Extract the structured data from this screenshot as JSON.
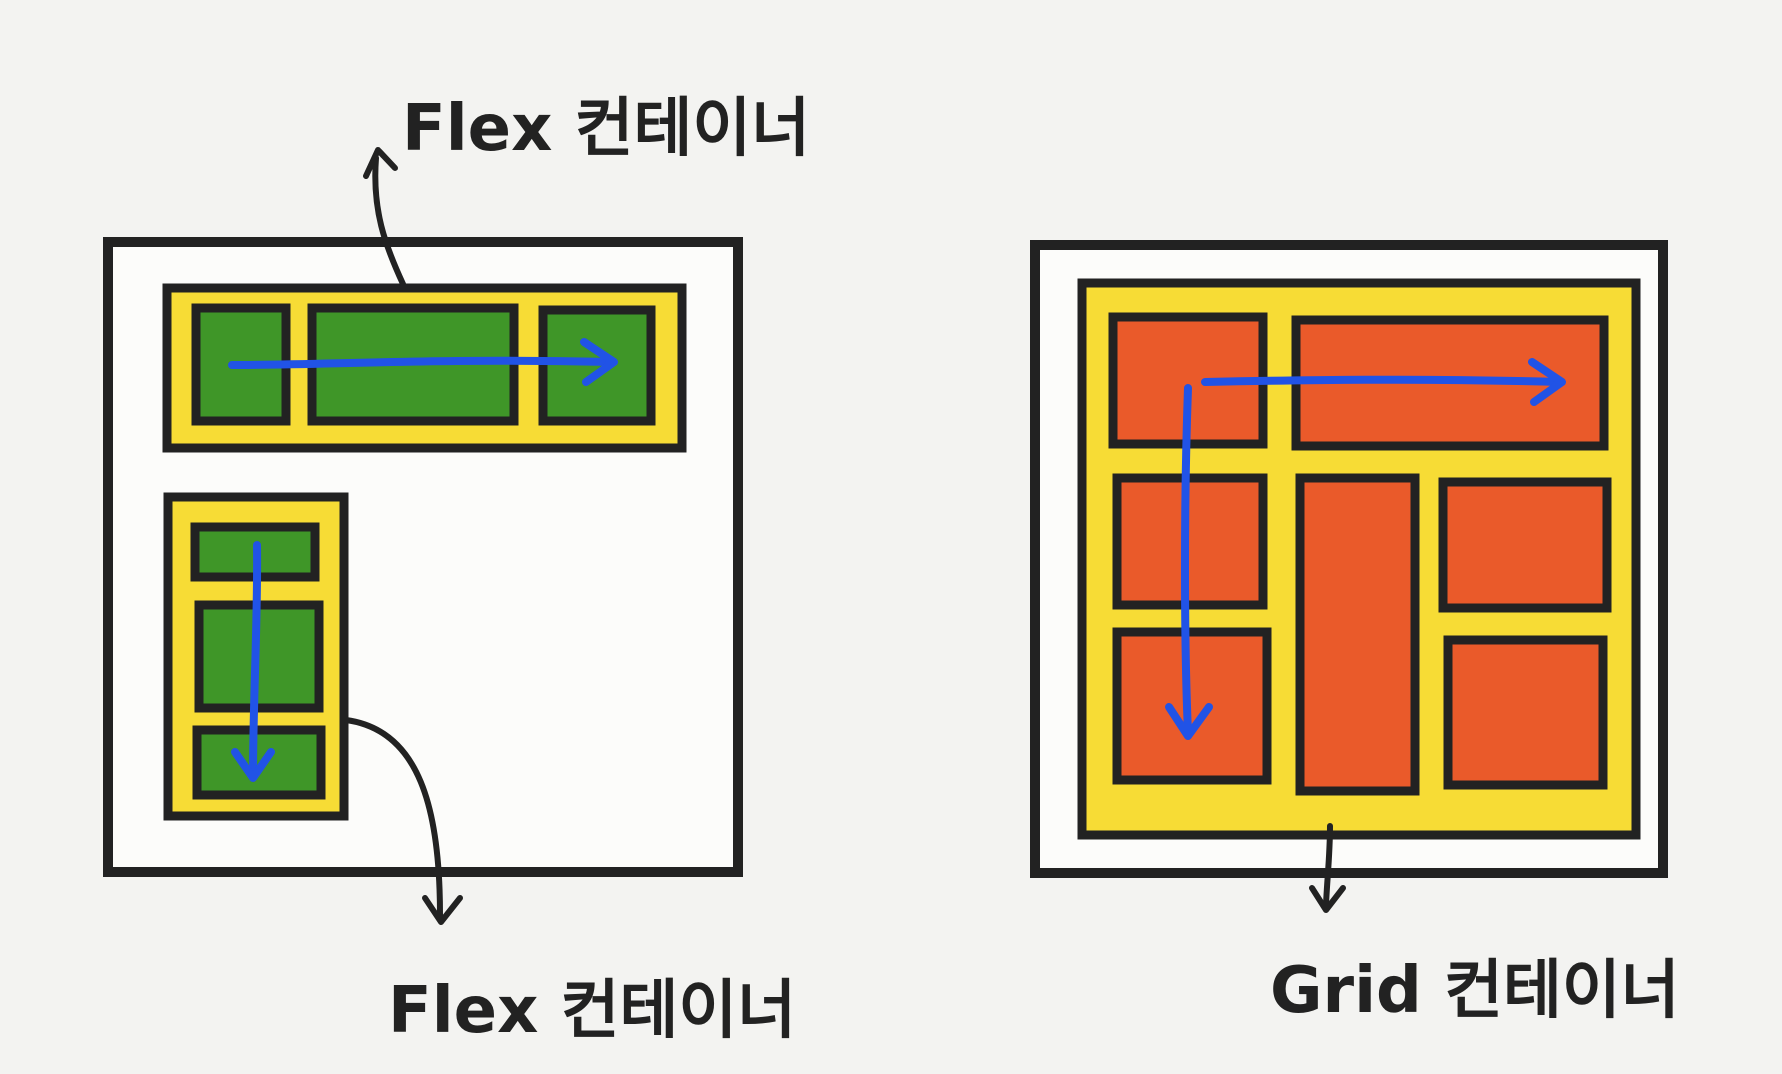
{
  "labels": {
    "flex_row_container": "Flex 컨테이너",
    "flex_column_container": "Flex 컨테이너",
    "grid_container": "Grid 컨테이너"
  },
  "colors": {
    "background": "#f3f3f1",
    "outline": "#222222",
    "panel": "#fcfcfa",
    "container": "#f7dc35",
    "flex_item": "#3f9628",
    "grid_item": "#ea5a2a",
    "arrow": "#2153e6"
  }
}
